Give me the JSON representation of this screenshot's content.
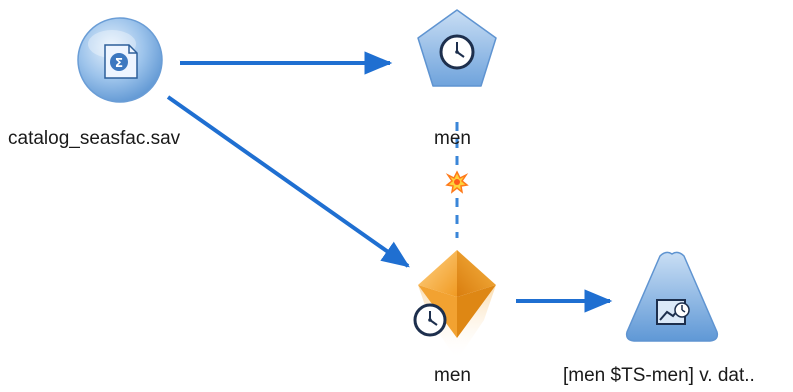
{
  "canvas": {
    "background": "#ffffff",
    "link_color": "#1f6fd1",
    "dashed_link_color": "#3a86d8"
  },
  "nodes": [
    {
      "id": "source",
      "label": "catalog_seasfac.sav",
      "shape": "circle",
      "icon": "statistics-file-icon",
      "color": "#6fa5dc"
    },
    {
      "id": "time-intervals",
      "label": "men",
      "shape": "pentagon",
      "icon": "clock-icon",
      "color": "#8ab8e6"
    },
    {
      "id": "model-nugget",
      "label": "men",
      "shape": "gem",
      "icon": "clock-icon",
      "color": "#f3a229"
    },
    {
      "id": "plot",
      "label": "[men $TS-men] v. dat..",
      "shape": "triangle",
      "icon": "time-plot-icon",
      "color": "#6fa5dc"
    }
  ],
  "links": [
    {
      "from": "source",
      "to": "time-intervals",
      "style": "solid"
    },
    {
      "from": "source",
      "to": "model-nugget",
      "style": "solid"
    },
    {
      "from": "time-intervals",
      "to": "model-nugget",
      "style": "dashed",
      "marker": "star-burst-icon"
    },
    {
      "from": "model-nugget",
      "to": "plot",
      "style": "solid"
    }
  ]
}
